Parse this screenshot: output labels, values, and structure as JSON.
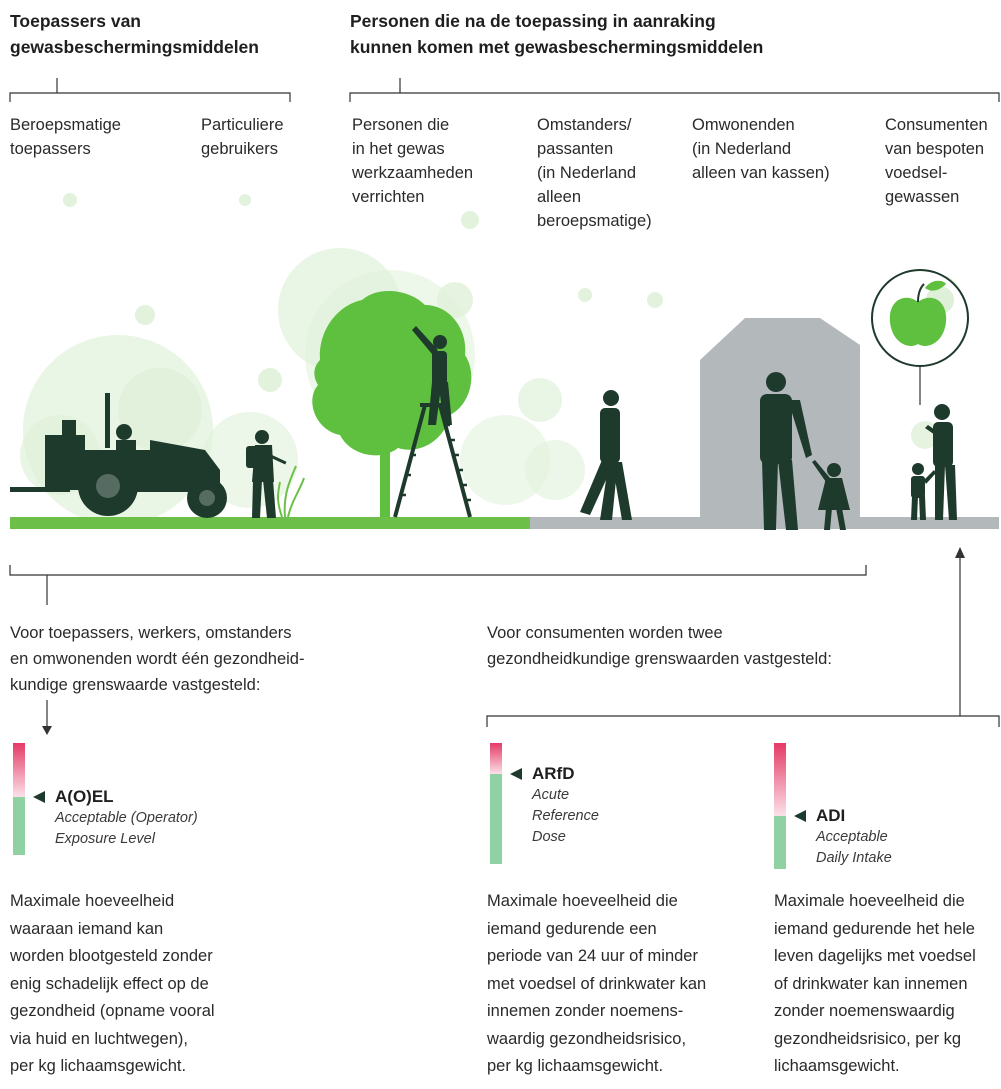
{
  "headings": {
    "appliers": "Toepassers van\ngewasbeschermingsmiddelen",
    "contacts": "Personen die na de toepassing in aanraking\nkunnen komen met gewasbeschermingsmiddelen"
  },
  "groups": [
    {
      "label": "Beroepsmatige\ntoepassers"
    },
    {
      "label": "Particuliere\ngebruikers"
    },
    {
      "label": "Personen die\nin het gewas\nwerkzaamheden\nverrichten"
    },
    {
      "label": "Omstanders/\npassanten\n(in Nederland\nalleen\nberoepsmatige)"
    },
    {
      "label": "Omwonenden\n(in Nederland\nalleen van kassen)"
    },
    {
      "label": "Consumenten\nvan bespoten\nvoedsel-\ngewassen"
    }
  ],
  "notes": {
    "one_limit": "Voor toepassers, werkers, omstanders\nen omwonenden wordt één gezondheid-\nkundige grenswaarde vastgesteld:",
    "two_limits": "Voor consumenten worden twee\ngezondheidkundige grenswaarden vastgesteld:"
  },
  "limits": [
    {
      "abbr": "A(O)EL",
      "full": "Acceptable (Operator)\nExposure Level",
      "description": "Maximale hoeveelheid\nwaaraan iemand kan\nworden blootgesteld zonder\nenig schadelijk effect op de\ngezondheid (opname vooral\nvia huid en luchtwegen),\nper kg lichaamsgewicht."
    },
    {
      "abbr": "ARfD",
      "full": "Acute\nReference\nDose",
      "description": "Maximale hoeveelheid die\niemand gedurende een\nperiode van 24 uur of minder\nmet voedsel of drinkwater kan\ninnemen zonder noemens-\nwaardig gezondheidsrisico,\nper kg lichaamsgewicht."
    },
    {
      "abbr": "ADI",
      "full": "Acceptable\nDaily Intake",
      "description": "Maximale hoeveelheid die\niemand gedurende het hele\nleven dagelijks met voedsel\nof drinkwater kan innemen\nzonder noemenswaardig\ngezondheidsrisico, per kg\nlichaamsgewicht."
    }
  ],
  "colors": {
    "text": "#2a2a2a",
    "silhouette": "#1e3a2c",
    "ground_green": "#6cc04a",
    "ground_grey": "#b3b8ba",
    "building": "#b3b8ba",
    "tree": "#5fbf3e",
    "apple": "#5fbf3e",
    "bubble": "#d6eccd",
    "bar_safe": "#8fd1a2",
    "bar_risk": "#e43a66",
    "line": "#333333"
  },
  "icons": [
    "tractor-icon",
    "sprayer-person-icon",
    "tree-icon",
    "ladder-worker-icon",
    "passerby-icon",
    "house-icon",
    "adult-with-child-icon",
    "apple-icon",
    "consumer-family-icon"
  ]
}
